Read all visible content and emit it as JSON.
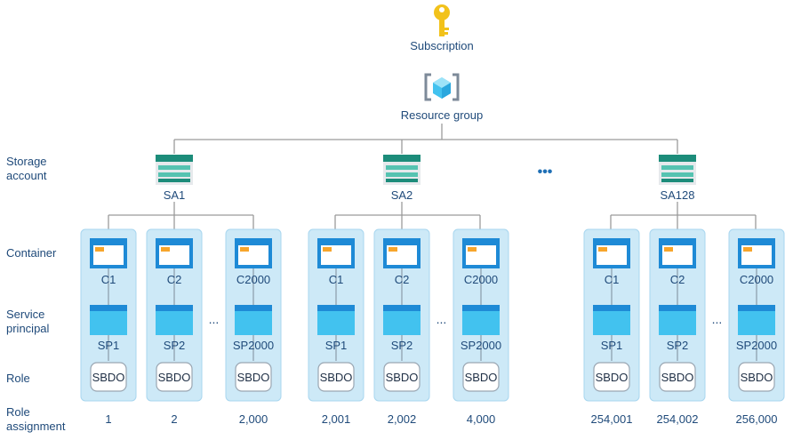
{
  "top": {
    "subscription_label": "Subscription",
    "resource_group_label": "Resource group"
  },
  "row_labels": {
    "storage_account": [
      "Storage",
      "account"
    ],
    "container": "Container",
    "service_principal": [
      "Service",
      "principal"
    ],
    "role": "Role",
    "role_assignment": [
      "Role",
      "assignment"
    ]
  },
  "storage_accounts": [
    {
      "name": "SA1",
      "items": [
        {
          "container": "C1",
          "principal": "SP1",
          "role": "SBDO",
          "assignment": "1"
        },
        {
          "container": "C2",
          "principal": "SP2",
          "role": "SBDO",
          "assignment": "2"
        },
        {
          "container": "C2000",
          "principal": "SP2000",
          "role": "SBDO",
          "assignment": "2,000"
        }
      ]
    },
    {
      "name": "SA2",
      "items": [
        {
          "container": "C1",
          "principal": "SP1",
          "role": "SBDO",
          "assignment": "2,001"
        },
        {
          "container": "C2",
          "principal": "SP2",
          "role": "SBDO",
          "assignment": "2,002"
        },
        {
          "container": "C2000",
          "principal": "SP2000",
          "role": "SBDO",
          "assignment": "4,000"
        }
      ]
    },
    {
      "name": "SA128",
      "items": [
        {
          "container": "C1",
          "principal": "SP1",
          "role": "SBDO",
          "assignment": "254,001"
        },
        {
          "container": "C2",
          "principal": "SP2",
          "role": "SBDO",
          "assignment": "254,002"
        },
        {
          "container": "C2000",
          "principal": "SP2000",
          "role": "SBDO",
          "assignment": "256,000"
        }
      ]
    }
  ],
  "ellipsis": "•••",
  "inner_ellipsis": "...",
  "colors": {
    "line": "#9a9a9a",
    "column_bg": "#cde9f7",
    "column_border": "#a8d6ef",
    "icon_blue": "#1e8ad6",
    "icon_light": "#42c2ef",
    "storage_teal": "#1c8c7a",
    "key_gold": "#f2c21b",
    "dots_blue": "#1f6fb5"
  }
}
